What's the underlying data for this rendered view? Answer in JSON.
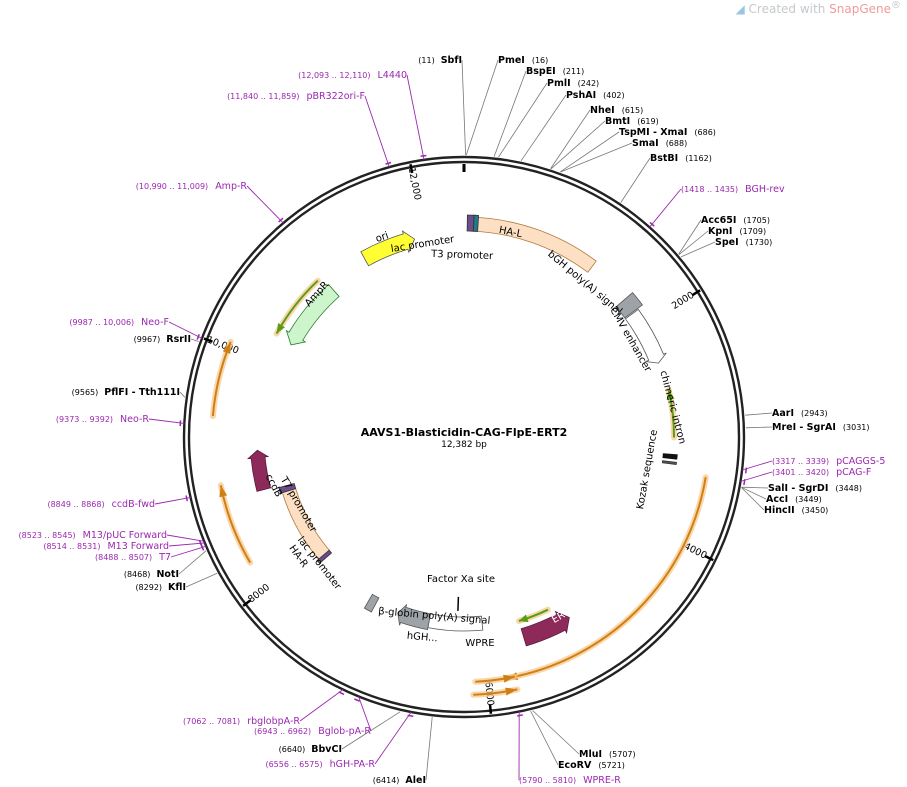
{
  "watermark": {
    "prefix": "Created with ",
    "brand": "SnapGene",
    "mark": "®"
  },
  "plasmid": {
    "name": "AAVS1-Blasticidin-CAG-FlpE-ERT2",
    "length_label": "12,382 bp",
    "length": 12382
  },
  "ticks": [
    {
      "label": "2000",
      "pos": 2000
    },
    {
      "label": "4000",
      "pos": 4000
    },
    {
      "label": "6000",
      "pos": 6000
    },
    {
      "label": "8000",
      "pos": 8000
    },
    {
      "label": "10,000",
      "pos": 10000
    },
    {
      "label": "12,000",
      "pos": 12000
    }
  ],
  "colors": {
    "backbone": "#222222",
    "enzyme_text": "#000000",
    "primer": "#9b27b0",
    "leader": "#777777",
    "ori": "#ffff33",
    "ampr": "#ccf5cc",
    "homology_arm": "#fde0c4",
    "ert2": "#8e2a5a",
    "ccdb": "#8e2a5a",
    "grey_feature": "#9ea3a8",
    "orange_arrow": "#d07f14",
    "green_arrow": "#5a9c1a"
  },
  "enzymes": [
    {
      "name": "SbfI",
      "pos_text": "(11)",
      "site": 11
    },
    {
      "name": "PmeI",
      "pos_text": "(16)",
      "site": 16
    },
    {
      "name": "BspEI",
      "pos_text": "(211)",
      "site": 211
    },
    {
      "name": "PmlI",
      "pos_text": "(242)",
      "site": 242
    },
    {
      "name": "PshAI",
      "pos_text": "(402)",
      "site": 402
    },
    {
      "name": "NheI",
      "pos_text": "(615)",
      "site": 615
    },
    {
      "name": "BmtI",
      "pos_text": "(619)",
      "site": 619
    },
    {
      "name": "TspMI - XmaI",
      "pos_text": "(686)",
      "site": 686
    },
    {
      "name": "SmaI",
      "pos_text": "(688)",
      "site": 688
    },
    {
      "name": "BstBI",
      "pos_text": "(1162)",
      "site": 1162
    },
    {
      "name": "Acc65I",
      "pos_text": "(1705)",
      "site": 1705
    },
    {
      "name": "KpnI",
      "pos_text": "(1709)",
      "site": 1709
    },
    {
      "name": "SpeI",
      "pos_text": "(1730)",
      "site": 1730
    },
    {
      "name": "AarI",
      "pos_text": "(2943)",
      "site": 2943
    },
    {
      "name": "MreI - SgrAI",
      "pos_text": "(3031)",
      "site": 3031
    },
    {
      "name": "SalI - SgrDI",
      "pos_text": "(3448)",
      "site": 3448
    },
    {
      "name": "AccI",
      "pos_text": "(3449)",
      "site": 3449
    },
    {
      "name": "HincII",
      "pos_text": "(3450)",
      "site": 3450
    },
    {
      "name": "MluI",
      "pos_text": "(5707)",
      "site": 5707
    },
    {
      "name": "EcoRV",
      "pos_text": "(5721)",
      "site": 5721
    },
    {
      "name": "AleI",
      "pos_text": "(6414)",
      "site": 6414
    },
    {
      "name": "BbvCI",
      "pos_text": "(6640)",
      "site": 6640
    },
    {
      "name": "KflI",
      "pos_text": "(8292)",
      "site": 8292
    },
    {
      "name": "NotI",
      "pos_text": "(8468)",
      "site": 8468
    },
    {
      "name": "PflFI - Tth111I",
      "pos_text": "(9565)",
      "site": 9565
    },
    {
      "name": "RsrII",
      "pos_text": "(9967)",
      "site": 9967
    }
  ],
  "primers": [
    {
      "name": "L4440",
      "range_text": "(12,093 .. 12,110)",
      "site": 12100
    },
    {
      "name": "pBR322ori-F",
      "range_text": "(11,840 .. 11,859)",
      "site": 11850
    },
    {
      "name": "Amp-R",
      "range_text": "(10,990 .. 11,009)",
      "site": 11000
    },
    {
      "name": "BGH-rev",
      "range_text": "(1418 .. 1435)",
      "site": 1427
    },
    {
      "name": "pCAGGS-5",
      "range_text": "(3317 .. 3339)",
      "site": 3328
    },
    {
      "name": "pCAG-F",
      "range_text": "(3401 .. 3420)",
      "site": 3410
    },
    {
      "name": "WPRE-R",
      "range_text": "(5790 .. 5810)",
      "site": 5800
    },
    {
      "name": "hGH-PA-R",
      "range_text": "(6556 .. 6575)",
      "site": 6565
    },
    {
      "name": "Bglob-pA-R",
      "range_text": "(6943 .. 6962)",
      "site": 6952
    },
    {
      "name": "rbglobpA-R",
      "range_text": "(7062 .. 7081)",
      "site": 7071
    },
    {
      "name": "T7",
      "range_text": "(8488 .. 8507)",
      "site": 8497
    },
    {
      "name": "M13 Forward",
      "range_text": "(8514 .. 8531)",
      "site": 8522
    },
    {
      "name": "M13/pUC Forward",
      "range_text": "(8523 .. 8545)",
      "site": 8534
    },
    {
      "name": "ccdB-fwd",
      "range_text": "(8849 .. 8868)",
      "site": 8858
    },
    {
      "name": "Neo-R",
      "range_text": "(9373 .. 9392)",
      "site": 9382
    },
    {
      "name": "Neo-F",
      "range_text": "(9987 .. 10,006)",
      "site": 9996
    }
  ],
  "features": [
    {
      "label": "HA-L"
    },
    {
      "label": "lac promoter"
    },
    {
      "label": "T3 promoter"
    },
    {
      "label": "bGH poly(A) signal"
    },
    {
      "label": "CMV enhancer"
    },
    {
      "label": "chimeric intron"
    },
    {
      "label": "Kozak sequence"
    },
    {
      "label": "ERT2"
    },
    {
      "label": "WPRE"
    },
    {
      "label": "hGH..."
    },
    {
      "label": "β-globin poly(A) signal"
    },
    {
      "label": "Factor Xa site"
    },
    {
      "label": "HA-R"
    },
    {
      "label": "lac promoter"
    },
    {
      "label": "T7 promoter"
    },
    {
      "label": "ccdB"
    },
    {
      "label": "AmpR"
    },
    {
      "label": "ori"
    }
  ]
}
